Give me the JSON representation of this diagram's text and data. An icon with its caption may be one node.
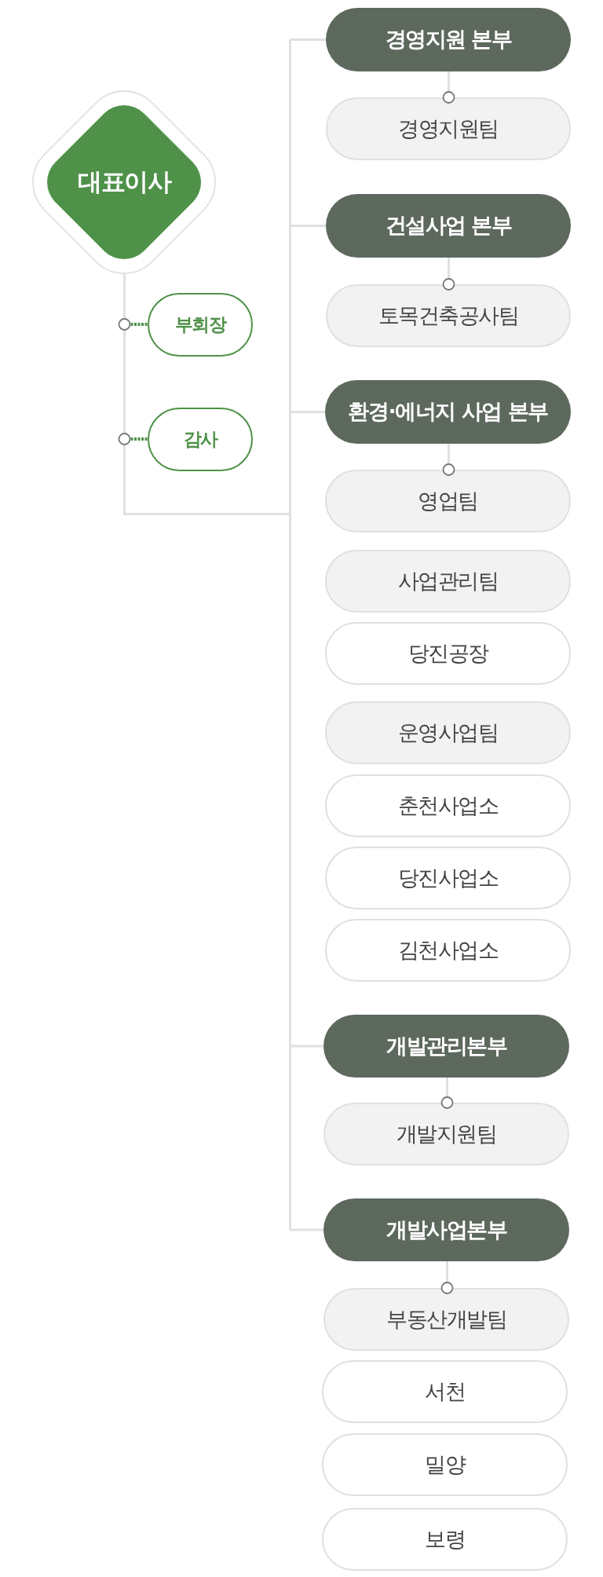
{
  "diagram": {
    "nodes": [
      {
        "text": [
          "대표이사"
        ]
      },
      {
        "text": [
          "부회장"
        ]
      },
      {
        "text": [
          "감사"
        ]
      },
      {
        "text": [
          "경영지원 본부"
        ]
      },
      {
        "text": [
          "경영지원팀"
        ]
      },
      {
        "text": [
          "건설사업 본부"
        ]
      },
      {
        "text": [
          "토목건축공사팀"
        ]
      },
      {
        "text": [
          "환경·에너지 사업 본부"
        ]
      },
      {
        "text": [
          "영업팀"
        ]
      },
      {
        "text": [
          "사업관리팀"
        ]
      },
      {
        "text": [
          "당진공장"
        ]
      },
      {
        "text": [
          "운영사업팀"
        ]
      },
      {
        "text": [
          "춘천사업소"
        ]
      },
      {
        "text": [
          "당진사업소"
        ]
      },
      {
        "text": [
          "김천사업소"
        ]
      },
      {
        "text": [
          "개발관리본부"
        ]
      },
      {
        "text": [
          "개발지원팀"
        ]
      },
      {
        "text": [
          "개발사업본부"
        ]
      },
      {
        "text": [
          "부동산개발팀"
        ]
      },
      {
        "text": [
          "서천"
        ]
      },
      {
        "text": [
          "밀양"
        ]
      },
      {
        "text": [
          "보령"
        ]
      }
    ],
    "edges": [
      {
        "from": 0,
        "to": 1,
        "arrow": "other",
        "style": "dashed",
        "color": "#4f9149"
      },
      {
        "from": 0,
        "to": 2,
        "arrow": "other",
        "style": "dashed",
        "color": "#4f9149"
      },
      {
        "from": 0,
        "to": 3,
        "arrow": "none"
      },
      {
        "from": 3,
        "to": 4,
        "arrow": "other"
      },
      {
        "from": 0,
        "to": 5,
        "arrow": "none"
      },
      {
        "from": 5,
        "to": 6,
        "arrow": "other"
      },
      {
        "from": 0,
        "to": 7,
        "arrow": "none"
      },
      {
        "from": 7,
        "to": 8,
        "arrow": "other"
      },
      {
        "from": 0,
        "to": 15,
        "arrow": "none"
      },
      {
        "from": 15,
        "to": 16,
        "arrow": "other"
      },
      {
        "from": 0,
        "to": 17,
        "arrow": "none"
      },
      {
        "from": 17,
        "to": 18,
        "arrow": "other"
      }
    ]
  }
}
